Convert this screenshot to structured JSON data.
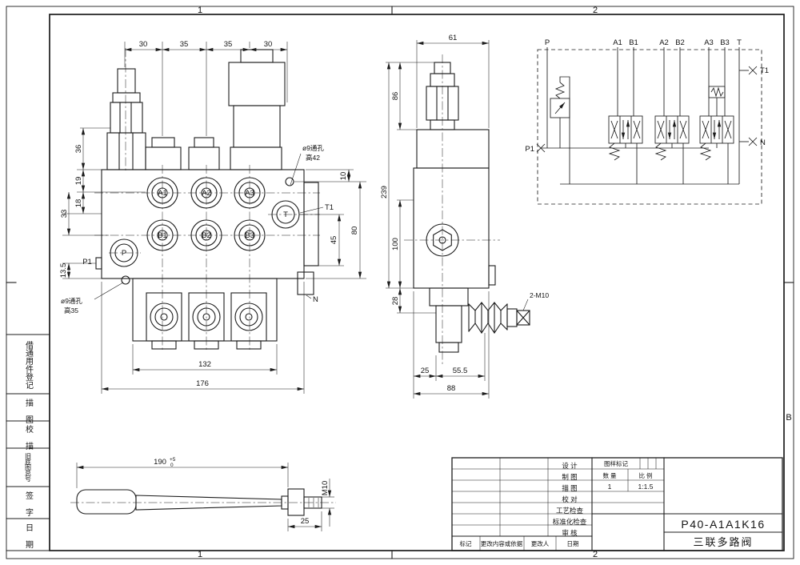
{
  "frame": {
    "zone_top": [
      "1",
      "2"
    ],
    "zone_bottom": [
      "1",
      "2"
    ],
    "zone_right": "B"
  },
  "sidebar": {
    "labels": [
      "借通用件登记",
      "描 图",
      "校 描",
      "旧底图总号",
      "签 字",
      "日 期"
    ]
  },
  "front_view": {
    "dims_top": [
      "30",
      "35",
      "35",
      "30"
    ],
    "dims_left": [
      "36",
      "19",
      "18",
      "33",
      "13.5"
    ],
    "dims_right": [
      "10",
      "80",
      "45"
    ],
    "dims_bottom": [
      "132",
      "176"
    ],
    "ports": {
      "a1": "A1",
      "a2": "A2",
      "a3": "A3",
      "t": "T",
      "b1": "B1",
      "b2": "B2",
      "b3": "B3",
      "p": "P",
      "p1": "P1",
      "t1": "T1",
      "n": "N"
    },
    "callout_top_1": "ø9通孔",
    "callout_top_2": "高42",
    "callout_bot_1": "ø9通孔",
    "callout_bot_2": "高35"
  },
  "side_view": {
    "dim_top": "61",
    "dims_left": [
      "86",
      "239",
      "100",
      "28"
    ],
    "dims_bottom": [
      "25",
      "55.5",
      "88"
    ],
    "callout": "2-M10"
  },
  "schematic": {
    "ports_top": [
      "P",
      "A1",
      "B1",
      "A2",
      "B2",
      "A3",
      "B3",
      "T"
    ],
    "port_t1": "T1",
    "port_n": "N",
    "port_p1": "P1"
  },
  "handle": {
    "dim_length": "190",
    "tol_upper": "+5",
    "tol_lower": "0",
    "thread": "M10",
    "dim_end": "25"
  },
  "title_block": {
    "row_labels": [
      "设  计",
      "制  图",
      "描  图",
      "校  对",
      "工艺检查",
      "标准化检查",
      "审  核"
    ],
    "stamp_label": "图样标记",
    "qty_label": "数  量",
    "scale_label": "比  例",
    "qty_value": "1",
    "scale_value": "1:1.5",
    "drawing_no": "P40-A1A1K16",
    "title": "三联多路阀",
    "revision_labels": [
      "标记",
      "更改内容或依据",
      "更改人",
      "日期"
    ]
  }
}
